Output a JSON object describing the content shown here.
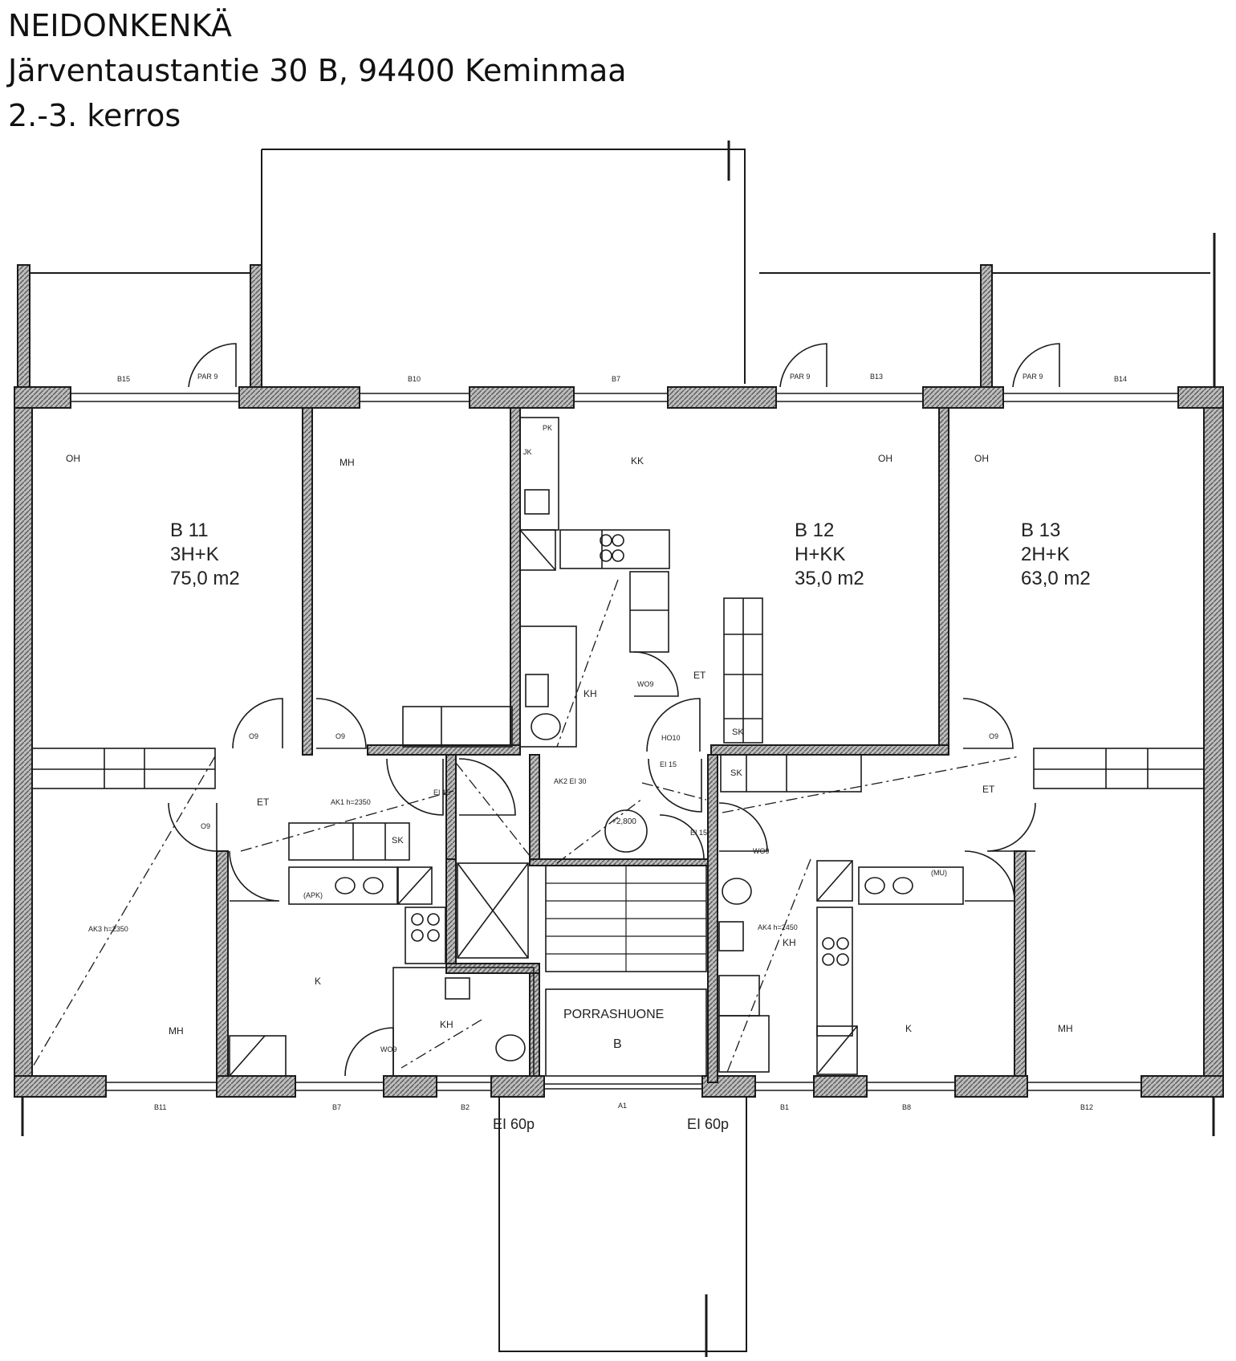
{
  "header": {
    "title": "NEIDONKENKÄ",
    "address": "Järventaustantie 30 B, 94400 Keminmaa",
    "floor": "2.-3. kerros"
  },
  "apartments": [
    {
      "id": "B 11",
      "type": "3H+K",
      "area": "75,0 m2"
    },
    {
      "id": "B 12",
      "type": "H+KK",
      "area": "35,0 m2"
    },
    {
      "id": "B 13",
      "type": "2H+K",
      "area": "63,0 m2"
    }
  ],
  "rooms": {
    "oh1": "OH",
    "mh1": "MH",
    "kk": "KK",
    "oh2": "OH",
    "oh3": "OH",
    "kh1": "KH",
    "et1": "ET",
    "et2": "ET",
    "et3": "ET",
    "sk1": "SK",
    "sk2": "SK",
    "sk3": "SK",
    "k1": "K",
    "mh2": "MH",
    "kh2": "KH",
    "kh3": "KH",
    "k2": "K",
    "mh3": "MH",
    "stair": "PORRASHUONE",
    "stair_letter": "B"
  },
  "windows_top": [
    "B15",
    "B10",
    "B7",
    "B13",
    "B14"
  ],
  "windows_bottom": [
    "B11",
    "B7",
    "B2",
    "A1",
    "B1",
    "B8",
    "B12"
  ],
  "door_labels": {
    "par_left": "PAR 9",
    "par_mid": "PAR 9",
    "par_right": "PAR 9",
    "ei60_left": "EI 60p",
    "ei60_right": "EI 60p",
    "ho10": "HO10",
    "ei15a": "EI 15",
    "ei15b": "EI 15",
    "ei15c": "EI 15",
    "wo9a": "WO9",
    "wo9b": "WO9",
    "wo9c": "WO9",
    "o9a": "O9",
    "o9b": "O9",
    "o9c": "O9",
    "o9d": "O9"
  },
  "annotations": {
    "elev": "+2,800",
    "ak1": "AK1 h=2350",
    "ak2": "AK2 EI 30",
    "ak3": "AK3 h=2350",
    "ak4": "AK4 h=2450",
    "pk": "PK",
    "jk": "JK",
    "apk": "(APK)",
    "mu": "(MU)"
  },
  "colors": {
    "wall_hatch": "#8a8a8a",
    "line": "#1a1a1a"
  }
}
